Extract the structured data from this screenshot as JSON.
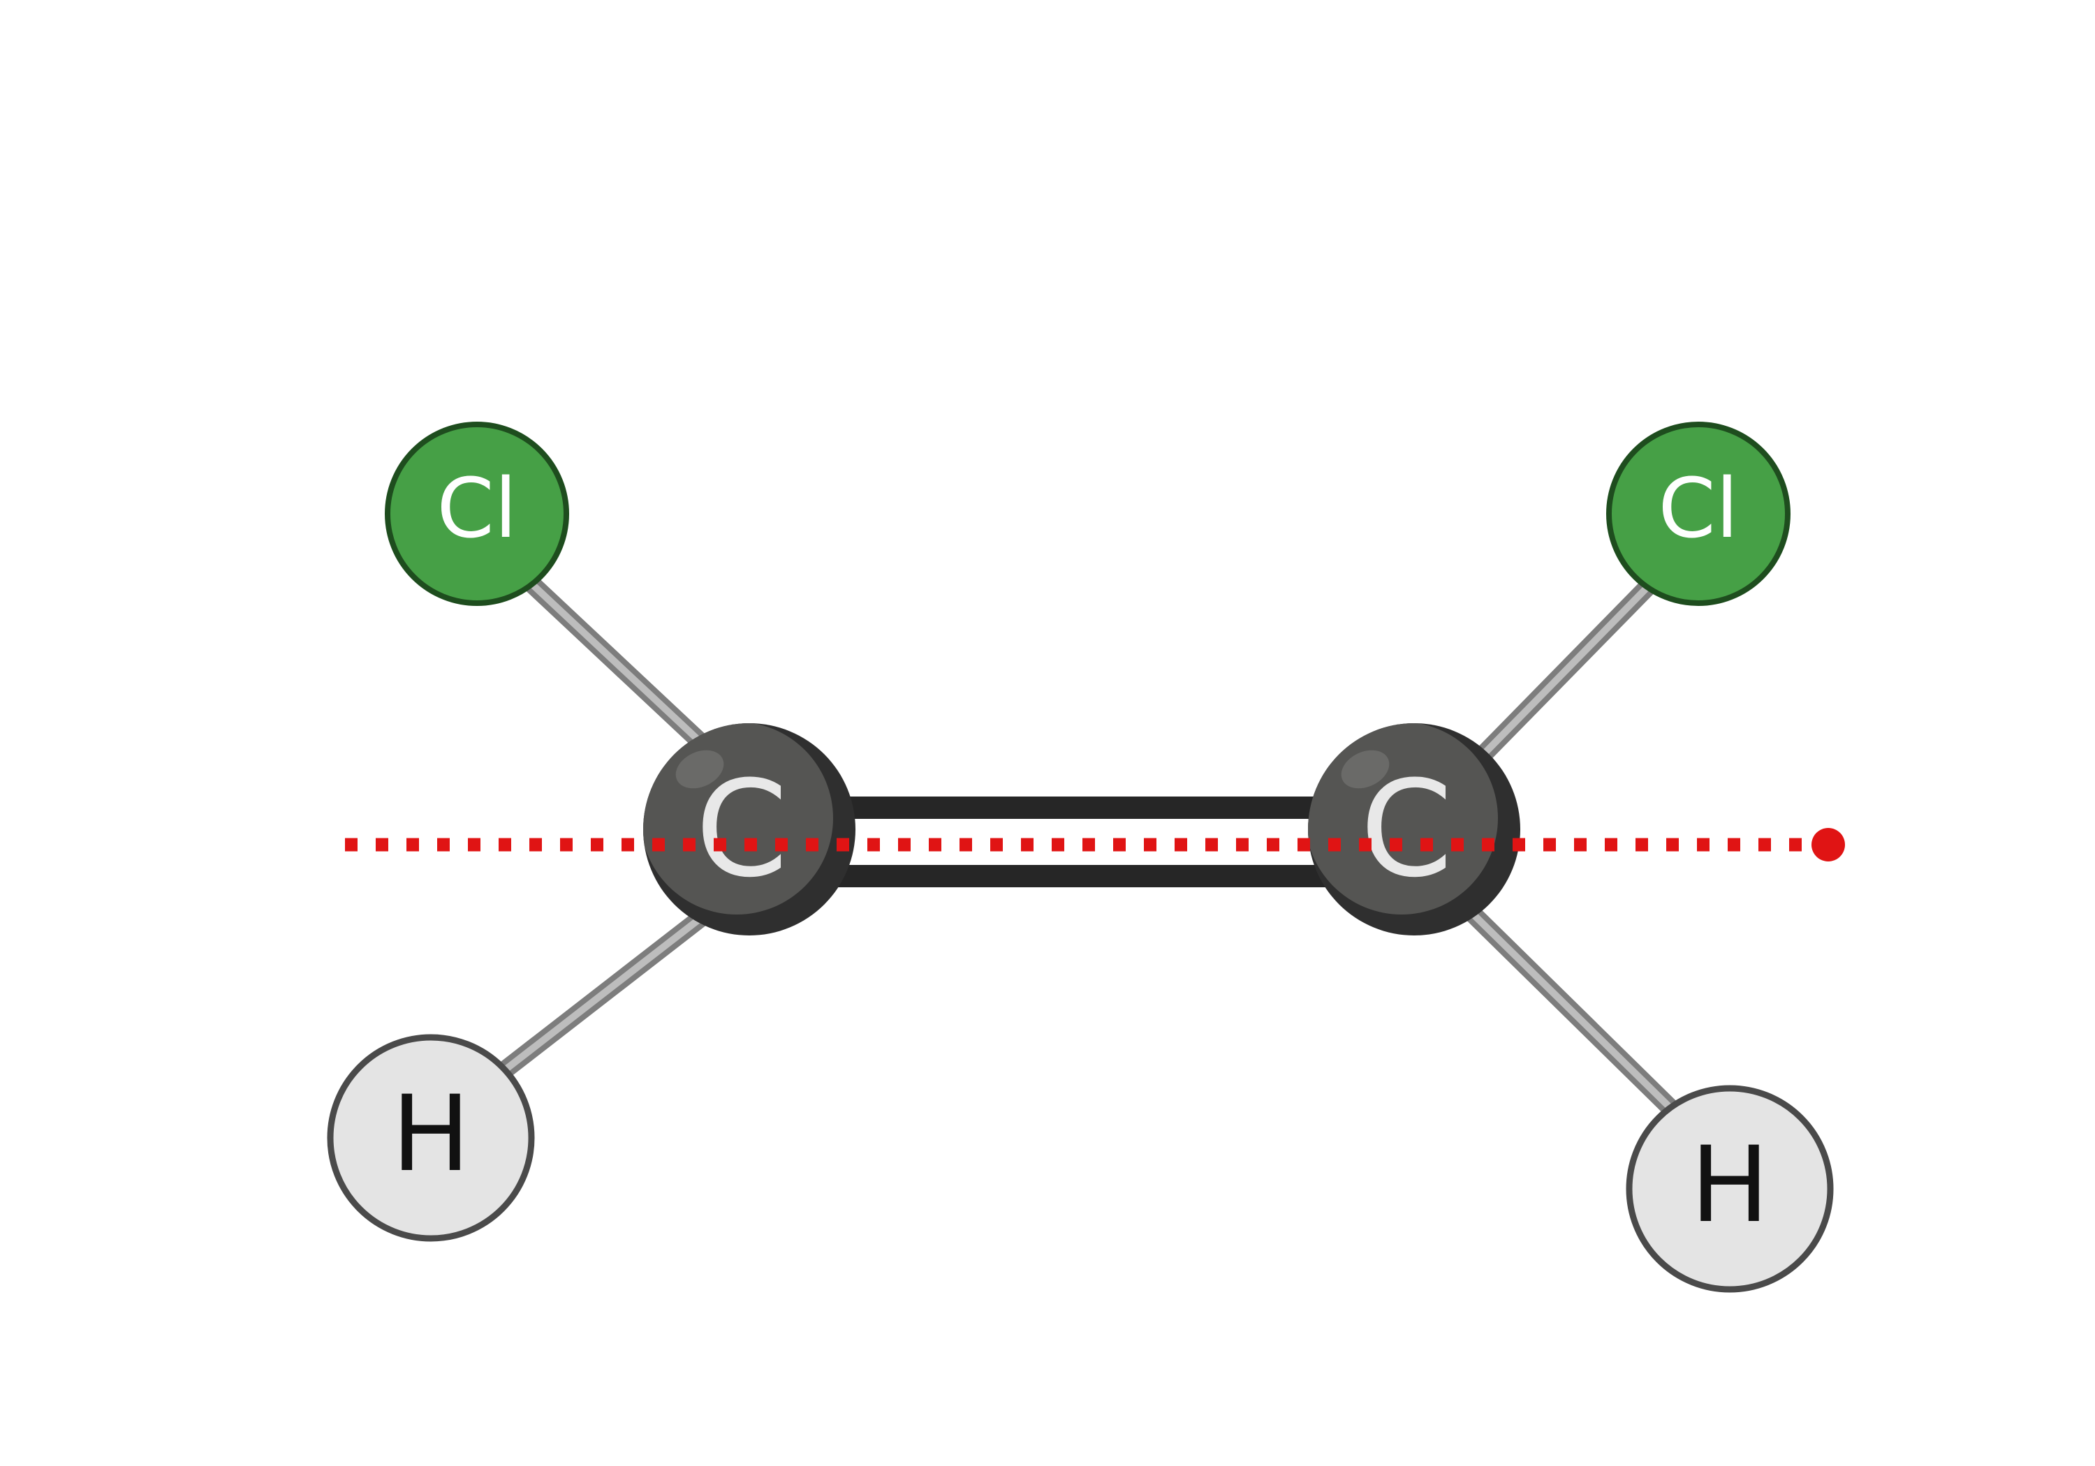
{
  "atoms": {
    "cl_left": {
      "symbol": "Cl"
    },
    "cl_right": {
      "symbol": "Cl"
    },
    "c_left": {
      "symbol": "C"
    },
    "c_right": {
      "symbol": "C"
    },
    "h_left": {
      "symbol": "H"
    },
    "h_right": {
      "symbol": "H"
    }
  },
  "colors": {
    "chlorine_fill": "#46a046",
    "chlorine_stroke": "#1e4d1e",
    "chlorine_text": "#ffffff",
    "carbon_fill": "#555553",
    "carbon_shadow": "#2f2f2f",
    "carbon_text": "#e8e8e8",
    "hydrogen_fill": "#e4e4e4",
    "hydrogen_stroke": "#4a4a4a",
    "hydrogen_text": "#111111",
    "single_bond": "#9a9a9a",
    "double_bond": "#262626",
    "axis_line": "#e01414"
  }
}
